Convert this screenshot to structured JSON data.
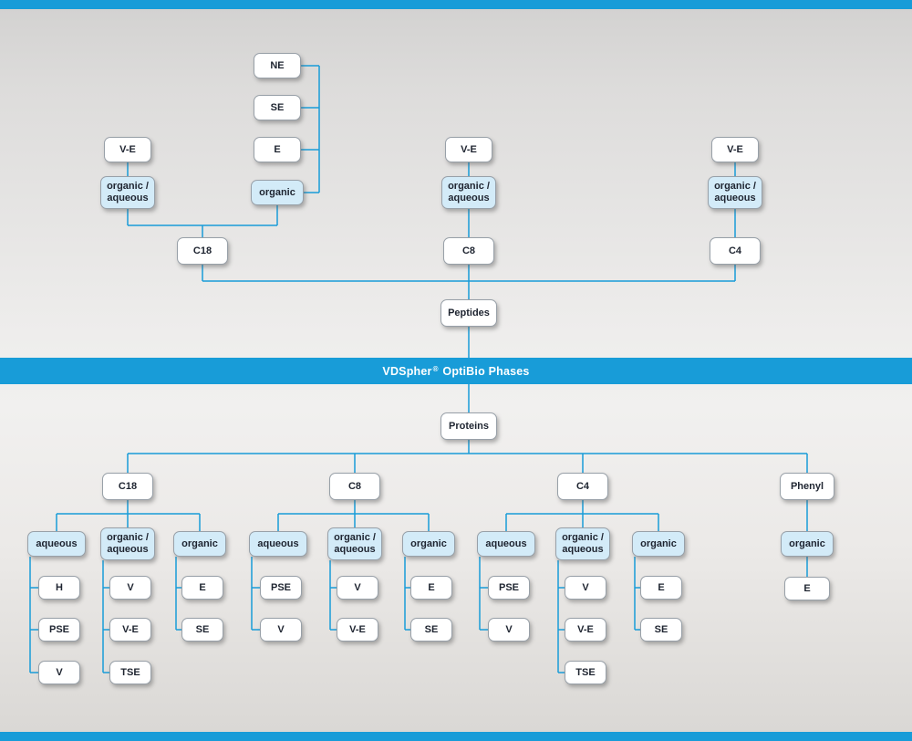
{
  "banner": {
    "brand": "VDSpher",
    "registered": "®",
    "suffix": " OptiBio Phases"
  },
  "colors": {
    "accent": "#189CD8",
    "line": "#189CD8",
    "box_blue": "#D3EBF8",
    "box_white": "#FFFFFF",
    "text": "#1E2430"
  },
  "nodes": {
    "ne": {
      "label": "NE"
    },
    "se": {
      "label": "SE"
    },
    "e_top": {
      "label": "E"
    },
    "organic_top": {
      "label": "organic"
    },
    "ve_left": {
      "label": "V-E"
    },
    "orgaq_left": {
      "label": "organic /\naqueous"
    },
    "c18_top": {
      "label": "C18"
    },
    "ve_mid": {
      "label": "V-E"
    },
    "orgaq_mid": {
      "label": "organic /\naqueous"
    },
    "c8_top": {
      "label": "C8"
    },
    "ve_right": {
      "label": "V-E"
    },
    "orgaq_right": {
      "label": "organic /\naqueous"
    },
    "c4_top": {
      "label": "C4"
    },
    "peptides": {
      "label": "Peptides"
    },
    "proteins": {
      "label": "Proteins"
    },
    "c18_b": {
      "label": "C18"
    },
    "c8_b": {
      "label": "C8"
    },
    "c4_b": {
      "label": "C4"
    },
    "phenyl": {
      "label": "Phenyl"
    },
    "aq_c18": {
      "label": "aqueous"
    },
    "orgaq_c18": {
      "label": "organic /\naqueous"
    },
    "org_c18": {
      "label": "organic"
    },
    "h_c18": {
      "label": "H"
    },
    "pse_c18": {
      "label": "PSE"
    },
    "v_c18": {
      "label": "V"
    },
    "v2_c18": {
      "label": "V"
    },
    "ve_c18": {
      "label": "V-E"
    },
    "tse_c18": {
      "label": "TSE"
    },
    "e_c18": {
      "label": "E"
    },
    "se_c18": {
      "label": "SE"
    },
    "aq_c8": {
      "label": "aqueous"
    },
    "orgaq_c8": {
      "label": "organic /\naqueous"
    },
    "org_c8": {
      "label": "organic"
    },
    "pse_c8": {
      "label": "PSE"
    },
    "v_c8": {
      "label": "V"
    },
    "v2_c8": {
      "label": "V"
    },
    "ve_c8": {
      "label": "V-E"
    },
    "e_c8": {
      "label": "E"
    },
    "se_c8": {
      "label": "SE"
    },
    "aq_c4": {
      "label": "aqueous"
    },
    "orgaq_c4": {
      "label": "organic /\naqueous"
    },
    "org_c4": {
      "label": "organic"
    },
    "pse_c4": {
      "label": "PSE"
    },
    "v_c4": {
      "label": "V"
    },
    "v2_c4": {
      "label": "V"
    },
    "ve_c4": {
      "label": "V-E"
    },
    "tse_c4": {
      "label": "TSE"
    },
    "e_c4": {
      "label": "E"
    },
    "se_c4": {
      "label": "SE"
    },
    "org_ph": {
      "label": "organic"
    },
    "e_ph": {
      "label": "E"
    }
  },
  "edges": [
    [
      "ne",
      "organic_top"
    ],
    [
      "se",
      "organic_top"
    ],
    [
      "e_top",
      "organic_top"
    ],
    [
      "ve_left",
      "orgaq_left"
    ],
    [
      "orgaq_left",
      "c18_top"
    ],
    [
      "organic_top",
      "c18_top"
    ],
    [
      "ve_mid",
      "orgaq_mid"
    ],
    [
      "orgaq_mid",
      "c8_top"
    ],
    [
      "ve_right",
      "orgaq_right"
    ],
    [
      "orgaq_right",
      "c4_top"
    ],
    [
      "c18_top",
      "peptides"
    ],
    [
      "c8_top",
      "peptides"
    ],
    [
      "c4_top",
      "peptides"
    ],
    [
      "peptides",
      "banner"
    ],
    [
      "banner",
      "proteins"
    ],
    [
      "proteins",
      "c18_b"
    ],
    [
      "proteins",
      "c8_b"
    ],
    [
      "proteins",
      "c4_b"
    ],
    [
      "proteins",
      "phenyl"
    ],
    [
      "c18_b",
      "aq_c18"
    ],
    [
      "c18_b",
      "orgaq_c18"
    ],
    [
      "c18_b",
      "org_c18"
    ],
    [
      "aq_c18",
      "h_c18"
    ],
    [
      "aq_c18",
      "pse_c18"
    ],
    [
      "aq_c18",
      "v_c18"
    ],
    [
      "orgaq_c18",
      "v2_c18"
    ],
    [
      "orgaq_c18",
      "ve_c18"
    ],
    [
      "orgaq_c18",
      "tse_c18"
    ],
    [
      "org_c18",
      "e_c18"
    ],
    [
      "org_c18",
      "se_c18"
    ],
    [
      "c8_b",
      "aq_c8"
    ],
    [
      "c8_b",
      "orgaq_c8"
    ],
    [
      "c8_b",
      "org_c8"
    ],
    [
      "aq_c8",
      "pse_c8"
    ],
    [
      "aq_c8",
      "v_c8"
    ],
    [
      "orgaq_c8",
      "v2_c8"
    ],
    [
      "orgaq_c8",
      "ve_c8"
    ],
    [
      "org_c8",
      "e_c8"
    ],
    [
      "org_c8",
      "se_c8"
    ],
    [
      "c4_b",
      "aq_c4"
    ],
    [
      "c4_b",
      "orgaq_c4"
    ],
    [
      "c4_b",
      "org_c4"
    ],
    [
      "aq_c4",
      "pse_c4"
    ],
    [
      "aq_c4",
      "v_c4"
    ],
    [
      "orgaq_c4",
      "v2_c4"
    ],
    [
      "orgaq_c4",
      "ve_c4"
    ],
    [
      "orgaq_c4",
      "tse_c4"
    ],
    [
      "org_c4",
      "e_c4"
    ],
    [
      "org_c4",
      "se_c4"
    ],
    [
      "phenyl",
      "org_ph"
    ],
    [
      "org_ph",
      "e_ph"
    ]
  ]
}
